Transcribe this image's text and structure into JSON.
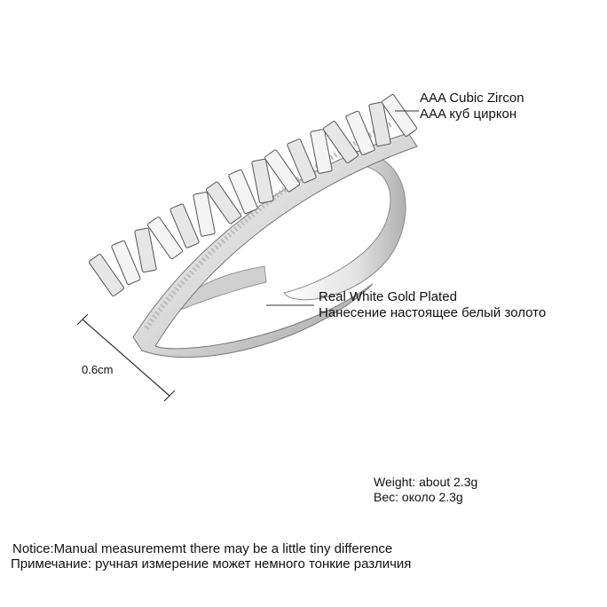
{
  "labels": {
    "stone_en": "AAA Cubic Zircon",
    "stone_ru": "AAA куб циркон",
    "plating_en": "Real White Gold Plated",
    "plating_ru": "Нанесение настоящее белый золото",
    "width_measure": "0.6cm",
    "weight_en": "Weight: about  2.3g",
    "weight_ru": "Вес: около  2.3g",
    "notice_en": "Notice:Manual measurememt there may be a little tiny difference",
    "notice_ru": "Примечание: ручная измерение может немного тонкие различия"
  }
}
